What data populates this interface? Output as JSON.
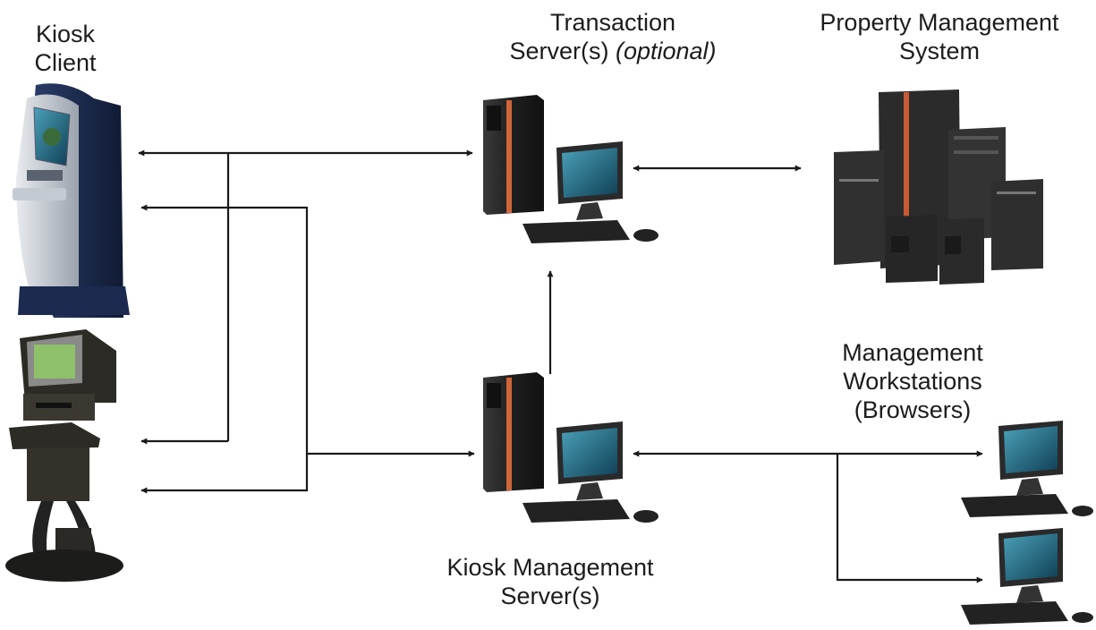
{
  "labels": {
    "kiosk_client": [
      "Kiosk",
      "Client"
    ],
    "transaction_server": {
      "line1": "Transaction",
      "line2_main": "Server(s) ",
      "line2_note": "(optional)"
    },
    "property_management": [
      "Property Management",
      "System"
    ],
    "management_workstations": [
      "Management",
      "Workstations",
      "(Browsers)"
    ],
    "kiosk_management_server": [
      "Kiosk Management",
      "Server(s)"
    ]
  },
  "icons": {
    "kiosk_top": "kiosk-terminal-blue-icon",
    "kiosk_bottom": "kiosk-terminal-black-icon",
    "transaction_server": "server-tower-icon",
    "transaction_workstation": "monitor-keyboard-icon",
    "property_management_system": "server-cluster-icon",
    "kms_server": "server-tower-icon",
    "kms_workstation": "monitor-keyboard-icon",
    "mgmt_workstation_1": "monitor-keyboard-icon",
    "mgmt_workstation_2": "monitor-keyboard-icon"
  },
  "colors": {
    "arrow": "#1a1a1a",
    "server_body": "#2a2a2a",
    "server_accent": "#d0653a",
    "kiosk_navy": "#1b2a4e",
    "screen": "#1f6f87"
  }
}
